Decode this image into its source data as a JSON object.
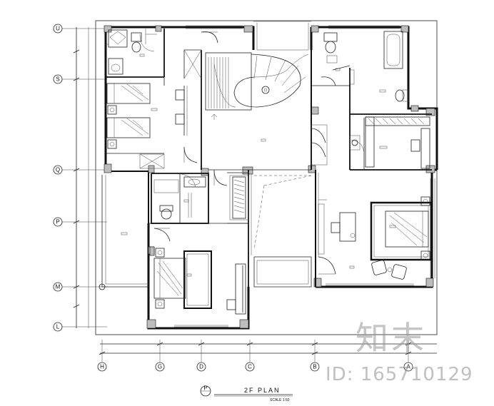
{
  "plan": {
    "title": "2F PLAN",
    "scale": "SCALE 1:50",
    "title_marker": "P"
  },
  "grid": {
    "rows": [
      "U",
      "S",
      "Q",
      "P",
      "M",
      "L"
    ],
    "columns": [
      "H",
      "G",
      "D",
      "C",
      "B",
      "A"
    ]
  },
  "watermark": {
    "logo": "知末",
    "id": "ID: 165710129"
  }
}
